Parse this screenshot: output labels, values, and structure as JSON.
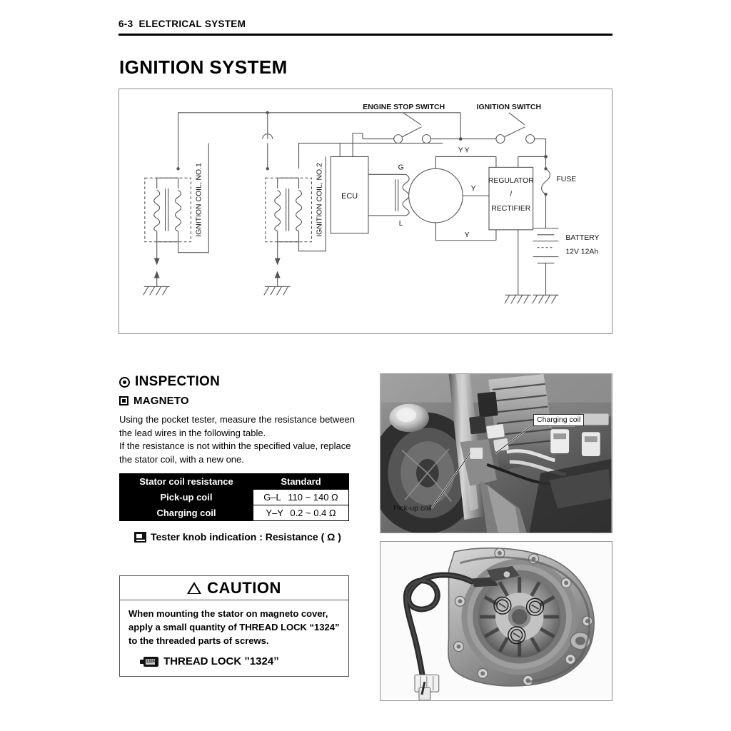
{
  "header": {
    "page_number": "6-3",
    "section": "ELECTRICAL SYSTEM"
  },
  "title": "IGNITION SYSTEM",
  "diagram": {
    "name": "ignition-system-wiring-diagram",
    "labels": {
      "coil1": "IGNITION COIL, NO.1",
      "coil2": "IGNITION COIL, NO.2",
      "ecu": "ECU",
      "g": "G",
      "l": "L",
      "engine_stop_switch": "ENGINE STOP SWITCH",
      "ignition_switch": "IGNITION SWITCH",
      "regulator": "REGULATOR",
      "slash": "/",
      "rectifier": "RECTIFIER",
      "fuse": "FUSE",
      "battery": "BATTERY",
      "battery_rating": "12V 12Ah",
      "y1": "Y",
      "y2": "Y",
      "y3": "Y",
      "y4": "Y"
    }
  },
  "inspection": {
    "heading": "INSPECTION",
    "subheading": "MAGNETO",
    "paragraphs": [
      "Using the pocket tester, measure the resistance between the lead wires in the following table.",
      "If the resistance is not within the specified value, replace the stator coil, with a new one."
    ]
  },
  "resistance_table": {
    "headers": {
      "left": "Stator coil resistance",
      "right": "Standard"
    },
    "rows": [
      {
        "label": "Pick-up coil",
        "leads": "G–L",
        "value": "110 ~ 140 Ω"
      },
      {
        "label": "Charging coil",
        "leads": "Y–Y",
        "value": "0.2 ~ 0.4 Ω"
      }
    ]
  },
  "tester_note": "Tester knob indication : Resistance ( Ω )",
  "caution": {
    "title": "CAUTION",
    "warning_symbol": "!",
    "lines": [
      "When mounting the stator on magneto cover,",
      "apply a small quantity of THREAD LOCK “1324”",
      "to the threaded parts of screws."
    ],
    "thread_lock_label": "THREAD LOCK ˮ1324ˮ",
    "thread_lock_icon_number": "1324"
  },
  "photos": {
    "installed": {
      "name": "magneto-installed-photo",
      "callouts": {
        "charging_coil": "Charging coil",
        "pickup_coil": "Pick-up coil"
      }
    },
    "stator": {
      "name": "magneto-cover-stator-photo"
    }
  },
  "colors": {
    "rule": "#000000",
    "table_header_bg": "#000000",
    "table_header_fg": "#ffffff",
    "diagram_border": "#8a8a8a",
    "wire": "#555555"
  }
}
